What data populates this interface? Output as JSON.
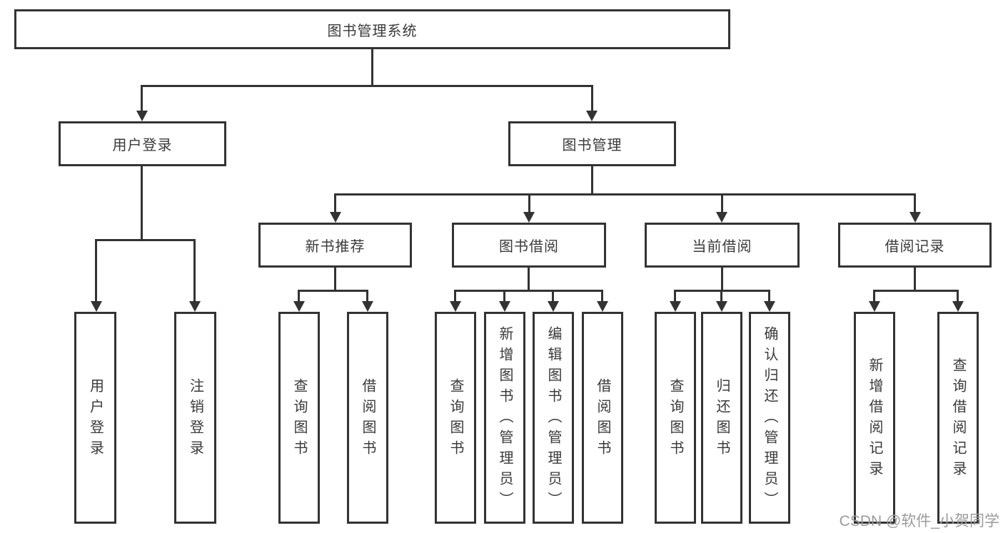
{
  "root": {
    "label": "图书管理系统"
  },
  "level2": {
    "user_login": {
      "label": "用户登录"
    },
    "book_mgmt": {
      "label": "图书管理"
    }
  },
  "level3": {
    "new_book_rec": {
      "label": "新书推荐"
    },
    "book_borrow": {
      "label": "图书借阅"
    },
    "current_borrow": {
      "label": "当前借阅"
    },
    "borrow_record": {
      "label": "借阅记录"
    }
  },
  "leaves": {
    "user_login": {
      "login": "用户登录",
      "logout": "注销登录"
    },
    "new_book_rec": {
      "query_book": "查询图书",
      "borrow_book": "借阅图书"
    },
    "book_borrow": {
      "query_book": "查询图书",
      "add_book_admin": "新增图书（管理员）",
      "edit_book_admin": "编辑图书（管理员）",
      "borrow_book": "借阅图书"
    },
    "current_borrow": {
      "query_book": "查询图书",
      "return_book": "归还图书",
      "confirm_return_admin": "确认归还（管理员）"
    },
    "borrow_record": {
      "add_record": "新增借阅记录",
      "query_record": "查询借阅记录"
    }
  },
  "watermark": {
    "text": "CSDN @软件_小贺同学"
  },
  "colors": {
    "line": "#333333",
    "text": "#3a3a3a",
    "watermark": "#9b9b9b",
    "background": "#ffffff"
  }
}
